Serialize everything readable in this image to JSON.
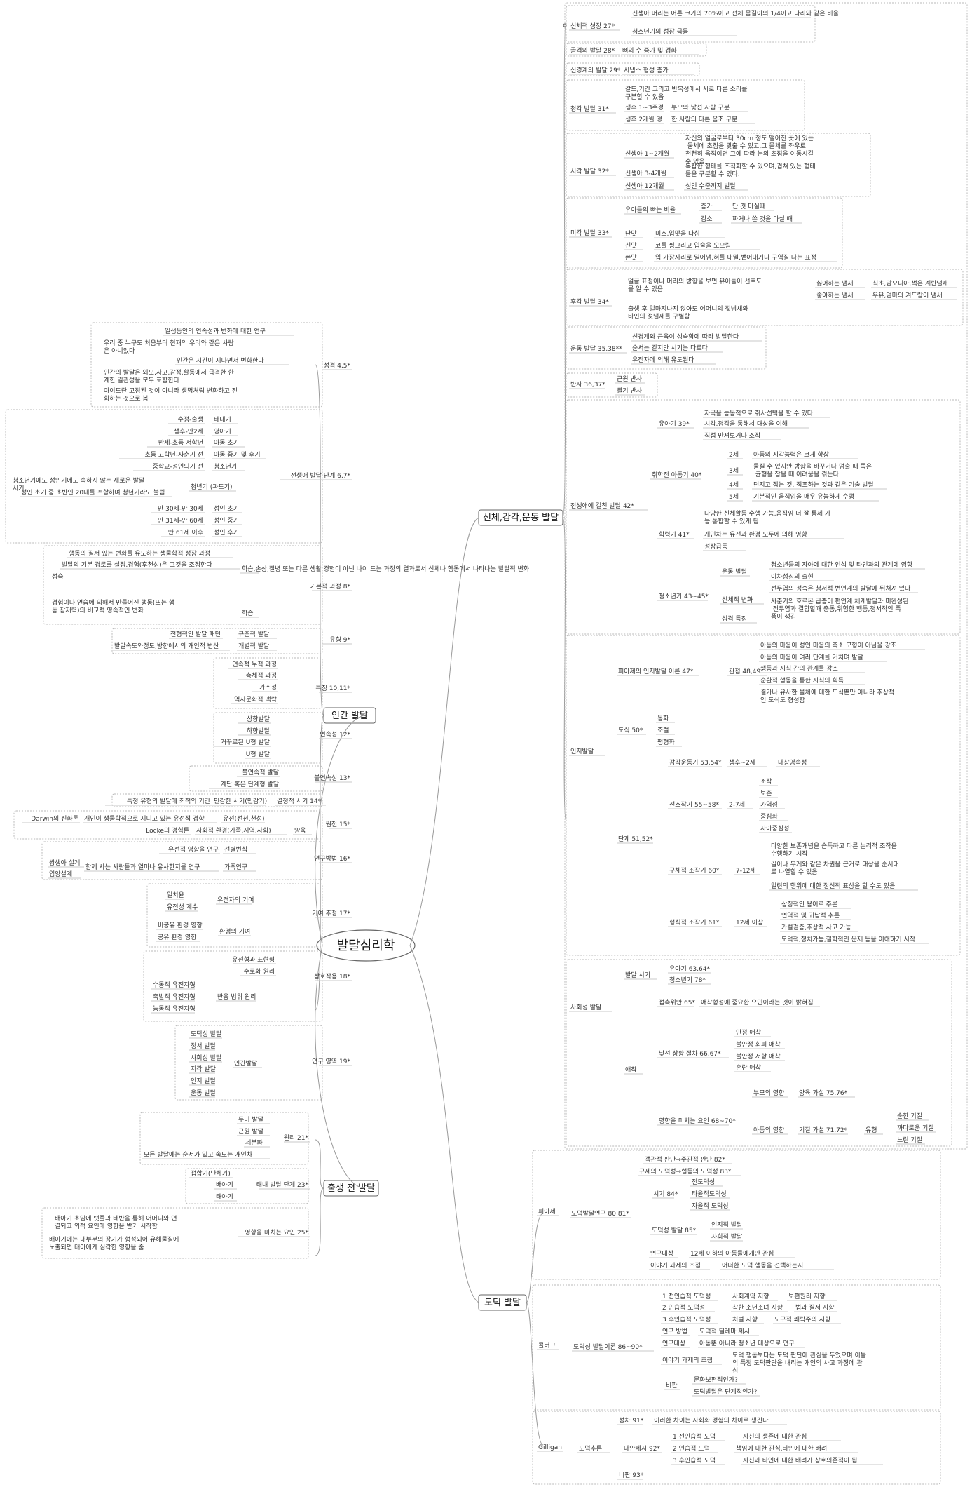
{
  "center": "발달심리학",
  "main": [
    {
      "id": "physical",
      "label": "신체,감각,운동 발달"
    },
    {
      "id": "human",
      "label": "인간 발달"
    },
    {
      "id": "prenatal",
      "label": "출생 전 발달"
    },
    {
      "id": "moral",
      "label": "도덕 발달"
    }
  ],
  "physical_sections": {
    "body": {
      "label": "신체적 성장 27*",
      "items": [
        "신생아 머리는 어른 크기의 70%이고 전체 몸길이의 1/4이고 다리와 같은 비율",
        "청소년기의 성장 급등"
      ]
    },
    "bone": {
      "label": "골격의 발달 28*",
      "items": [
        "뼈의 수 증가 및 경화"
      ]
    },
    "neuro": {
      "label": "신경계의 발달 29*",
      "items": [
        "시냅스 형성 증가"
      ]
    },
    "hearing": {
      "label": "청각 발달 31*",
      "items": [
        "갈도,기간 그리고 반복성에서 서로 다른 소리를 구분할 수 있음",
        "생후 1~3주경",
        "부모와 낯선 사람 구분",
        "생후 2개월 경",
        "한 사람의 다른 음조 구분"
      ]
    },
    "vision": {
      "label": "시각 발달 32*",
      "items": [
        "신생아 1~2개월",
        "자신의 얼굴로부터 30cm 정도 떨어진 곳에 있는 물체에 초점을 맞출 수 있고,그 물체를 좌우로 천천히 움직이면 그에 따라 눈의 초점을 이동시킬 수 있음",
        "신생아 3-4개월",
        "복잡한 형태를 조직화할 수 있으며,겹쳐 있는 형태들을 구분할 수 있다.",
        "신생아 12개월",
        "성인 수준까지 발달"
      ]
    },
    "taste": {
      "label": "미각 발달 33*",
      "items": [
        "유아들의 빠는 비율",
        "증가",
        "단 것 마실때",
        "감소",
        "짜거나 쓴 것을 마실 때",
        "단맛",
        "미소,입맛을 다심",
        "신맛",
        "코를 찡그리고 입술을 오므림",
        "쓴맛",
        "입 가장자리로 밀어냄,혀를 내밀,뱉어내거나 구역질 나는 표정"
      ]
    },
    "smell": {
      "label": "후각 발달 34*",
      "items": [
        "얼굴 표정이나 머리의 방향을 보면 유아들이 선호도를 알 수 있음",
        "싫어하는 냄새",
        "식초,암모니아,썩은 계란냄새",
        "좋아하는 냄새",
        "우유,엄마의 겨드랑이 냄새",
        "출생 후 얼마지나지 않아도 어머니의 젖냄새와 타인의 젖냄새를 구별함"
      ]
    },
    "motor": {
      "label": "운동 발달 35,38**",
      "items": [
        "신경계와 근육이 성숙함에 따라 발달한다",
        "순서는 같지만 시기는 다르다",
        "유전자에 의해 유도된다"
      ]
    },
    "reflex": {
      "label": "반사 36,37*",
      "items": [
        "근원 반사",
        "빨기 반사"
      ]
    },
    "lifespan": {
      "label": "전생애에 걸친 발달 42*",
      "items": [
        "유아기 39*",
        "자극을 능동적으로 취사선택을 할 수 있다",
        "시각,청각을 통해서 대상을 이해",
        "직접 만져보거나 조작",
        "취학전 아동기 40*",
        "2세",
        "아동의 지각능력은 크게 향상",
        "3세",
        "물질 수 있지만 방향을 바꾸거나 멈출 때 쪽은 균형을 잡을 때 어려움을 겪는다",
        "4세",
        "던지고 잡는 것, 점프하는 것과 같은 기술 발달",
        "5세",
        "기본적인 움직임을 매우 유능하게 수행",
        "학령기 41*",
        "다양한 신체활동 수행 가능,움직임 더 잘 통제 가능,통합할 수 있게 됨",
        "개인차는 유전과 환경 모두에 의해 영향",
        "성장급등",
        "청소년기 43~45*",
        "운동 발달",
        "청소년들의 자아에 대한 인식 및 타인과의 관계에 영향",
        "이차성징의 출현",
        "신체적 변화",
        "전두엽의 성숙은 청서적 변연계의 발달에 뒤쳐져 있다",
        "사춘기의 호르몬 급증이 편연계 체계발달과 미완성된 전두엽과 결합할때 충동,위험한 행동,청서적인 폭풍이 생김",
        "성격 특징"
      ]
    },
    "cognitive": {
      "label": "인지발달",
      "items": [
        "피아제의 인지발달 이론 47*",
        "관점 48,49*",
        "아동의 마음이 성인 마음의 축소 모형이 아님을 강조",
        "아동의 마음이 여러 단계를 거치며 발달",
        "행동과 지식 간의 관계를 강조",
        "순환적 행동을 통한 지식의 획득",
        "결가나 유사한 물체에 대한 도식뿐만 아니라 추상적인 도식도 형성함",
        "도식 50*",
        "동화",
        "조절",
        "평형화",
        "단계 51,52*",
        "감각운동기 53,54*",
        "생후~2세",
        "대상영속성",
        "전조작기 55~58*",
        "2-7세",
        "조작",
        "보존",
        "가역성",
        "중심화",
        "자아중심성",
        "구체적 조작기 60*",
        "7-12세",
        "다양한 보존개념을 습득하고 다른 논리적 조작을 수행하기 시작",
        "길이나 무게와 같은 차원을 근거로 대상을 순서대로 나열할 수 있음",
        "일련의 행위에 대한 정신적 표상을 할 수도 있음",
        "형식적 조작기 61*",
        "12세 이상",
        "상징적인 용어로 추론",
        "연역적 및 귀납적 추론",
        "가설검증,추상적 사고 가능",
        "도덕적,정치가능,철학적인 문제 등을 이해하기 시작"
      ]
    },
    "social": {
      "label": "사회성 발달",
      "items": [
        "발달 시기",
        "유아기 63,64*",
        "청소년기 78*",
        "애착",
        "접촉위안 65*",
        "애착형성에 중요한 요인이라는 것이 밝혀짐",
        "낯선 상황 절차 66,67*",
        "안정 애착",
        "불안정 회피 애착",
        "불안정 저항 애착",
        "혼란 애착",
        "영향을 미치는 요인 68~70*",
        "부모의 영향",
        "양육 가설 75,76*",
        "아동의 영향",
        "기질 가설 71,72*",
        "유형",
        "순한 기질",
        "까다로운 기질",
        "느린 기질"
      ]
    }
  },
  "human_sections": {
    "nature": {
      "label": "성격 4,5*",
      "items": [
        "일생동안의 연속성과 변화에 대한 연구",
        "우리 중 누구도 처음부터 현재의 우리와 같은 사람은 아니었다",
        "인간은 시간이 지나면서 변화한다",
        "인간의 발달은 외모,사고,감정,활동에서 급격한 한계한 일관성을 모두 포함한다",
        "아이드란 고정된 것이 아니라 생명처럼 변화하고 진화하는 것으로 봄"
      ]
    },
    "stages": {
      "label": "전생애 발달 단계 6,7*",
      "items": [
        "수정-출생",
        "태내기",
        "생후-만2세",
        "영아기",
        "만세-초등 저학년",
        "아동 초기",
        "초등 고학년-사춘기 전",
        "아동 중기 및 후기",
        "중학교-성인되기 전",
        "청소년기",
        "청소년기에도 성인기에도 속하지 않는 새로운 발달시기",
        "성인 초기 중 초반인 20대를 포함하며 청년기라도 불림",
        "청년기 (과도기)",
        "만 30세-만 30세",
        "성인 초기",
        "만 31세-만 60세",
        "성인 중기",
        "만 61세 이후",
        "성인 후기"
      ]
    },
    "process": {
      "label": "기본적 과정 8*",
      "items": [
        "행동의 질서 있는 변화를 유도하는 생물학적 성장 과정",
        "발달의 기본 경로를 설정,경험(후천성)은 그것을 조정한다",
        "성숙",
        "학습,손상,질병 또는 다른 생활 경험이 아닌 나이 드는 과정의 결과로서 신체나 행동에서 나타나는 발달적 변화",
        "경험이나 연습에 의해서 만들어진 행동(또는 행동 잠재력)의 비교적 영속적인 변화",
        "학습"
      ]
    },
    "types": {
      "label": "유형 9*",
      "items": [
        "전형적인 발달 패턴",
        "규준적 발달",
        "발달속도와정도,방향에서의 개인적 변산",
        "개별적 발달"
      ]
    },
    "features": {
      "label": "특징 10,11*",
      "items": [
        "연속적 누적 과정",
        "총체적 과정",
        "가소성",
        "역사문화적 맥락"
      ]
    },
    "continuity": {
      "label": "연속성 12*",
      "items": [
        "상향발달",
        "하향발달",
        "거꾸로된 U형 발달",
        "U형 발달"
      ]
    },
    "discontinuity": {
      "label": "불연속성 13*",
      "items": [
        "불연속적 발달",
        "계단 혹은 단계형 발달"
      ]
    },
    "critical": {
      "label": "특정 유형의 발달에 최적의 기간",
      "items": [
        "민감한 시기(민감기)",
        "결정적 시기 14*"
      ]
    },
    "origin": {
      "label": "원천 15*",
      "items": [
        "Darwin의 진화론",
        "개인이 생물학적으로 지니고 있는 유전적 경향",
        "유전(선천,천성)",
        "Locke의 경험론",
        "사회적 환경(가족,지역,사회)",
        "양육"
      ]
    },
    "method": {
      "label": "연구방법 16*",
      "items": [
        "유전적 영향을 연구",
        "선별번식",
        "쌍생아 설계",
        "입양설계",
        "함께 사는 사람들과 얼마나 유사한지를 연구",
        "가족연구"
      ]
    },
    "estimate": {
      "label": "기여 추정 17*",
      "items": [
        "일치율",
        "유전성 계수",
        "유전자의 기여",
        "비공유 환경 영향",
        "공유 환경 영향",
        "환경의 기여"
      ]
    },
    "interaction": {
      "label": "상호작용 18*",
      "items": [
        "유전형과 표현형",
        "수로화 원리",
        "수동적 유전자형",
        "촉발적 유전자형",
        "능동적 유전자형",
        "반응 범위 원리"
      ]
    },
    "domains": {
      "label": "연구 영역 19*",
      "items": [
        "도덕성 발달",
        "정서 발달",
        "사회성 발달",
        "지각 발달",
        "인지 발달",
        "운동 발달",
        "인간발달"
      ]
    }
  },
  "prenatal_sections": {
    "principle": {
      "label": "원리 21*",
      "items": [
        "두미 발달",
        "근원 발달",
        "세분화",
        "모든 발달에는 순서가 있고 속도는 개인차"
      ]
    },
    "stages": {
      "label": "태내 발달 단계 23*",
      "items": [
        "접합기(난체기)",
        "배아기",
        "태아기"
      ]
    },
    "factors": {
      "label": "영향을 미치는 요인 25*",
      "items": [
        "배아기 초임에 탯줄과 태반을 통해 어머니와 연결되고 외적 요인에 영향을 받기 시작함",
        "배아기에는 대부분의 장기가 형성되어 유해물질에 노출되면 태아에게 심각한 영향을 줌"
      ]
    }
  },
  "moral_sections": {
    "piaget": {
      "label": "피아제",
      "items": [
        "도덕발달연구 80,81*",
        "객관적 판단→주관적 판단 82*",
        "규제의 도덕성→협동의 도덕성 83*",
        "시기 84*",
        "전도덕성",
        "타율적도덕성",
        "자율적 도덕성",
        "도덕성 발달 85*",
        "인지적 발달",
        "사회적 발달",
        "연구대상",
        "12세 이하의 아동들에게만 관심",
        "이야기 과제의 초점",
        "어떠한 도덕 행동을 선택하는지"
      ]
    },
    "kohlberg": {
      "label": "콜버그",
      "items": [
        "도덕성 발달이론 86~90*",
        "1 전인습적 도덕성",
        "사회계약 지향",
        "보편원리 지향",
        "2 인습적 도덕성",
        "착한 소년소녀 지향",
        "법과 질서 지향",
        "3 후인습적 도덕성",
        "처벌 지향",
        "도구적 쾌락주의 지향",
        "연구 방법",
        "도덕적 딜레마 제시",
        "연구대상",
        "아동뿐 아니라 청소년 대상으로 연구",
        "이야기 과제의 초점",
        "도덕 행동보다는 도덕 판단에 관심을 두었으며 이들의 특정 도덕판단을 내리는 개인의 사고 과정에 관심",
        "비판",
        "문화보편적인가?",
        "도덕발달은 단계적인가?"
      ]
    },
    "gilligan": {
      "label": "Gilligan",
      "items": [
        "도덕추론",
        "성차 91*",
        "이러한 차이는 사회화 경험의 차이로 생긴다",
        "대안제시 92*",
        "1 전인습적 도덕",
        "자신의 생존에 대한 관심",
        "2 인습적 도덕",
        "책임에 대한 관심,타인에 대한 배려",
        "3 후인습적 도덕",
        "자신과 타인에 대한 배려가 상호의존적이 됨",
        "비판 93*"
      ]
    }
  }
}
